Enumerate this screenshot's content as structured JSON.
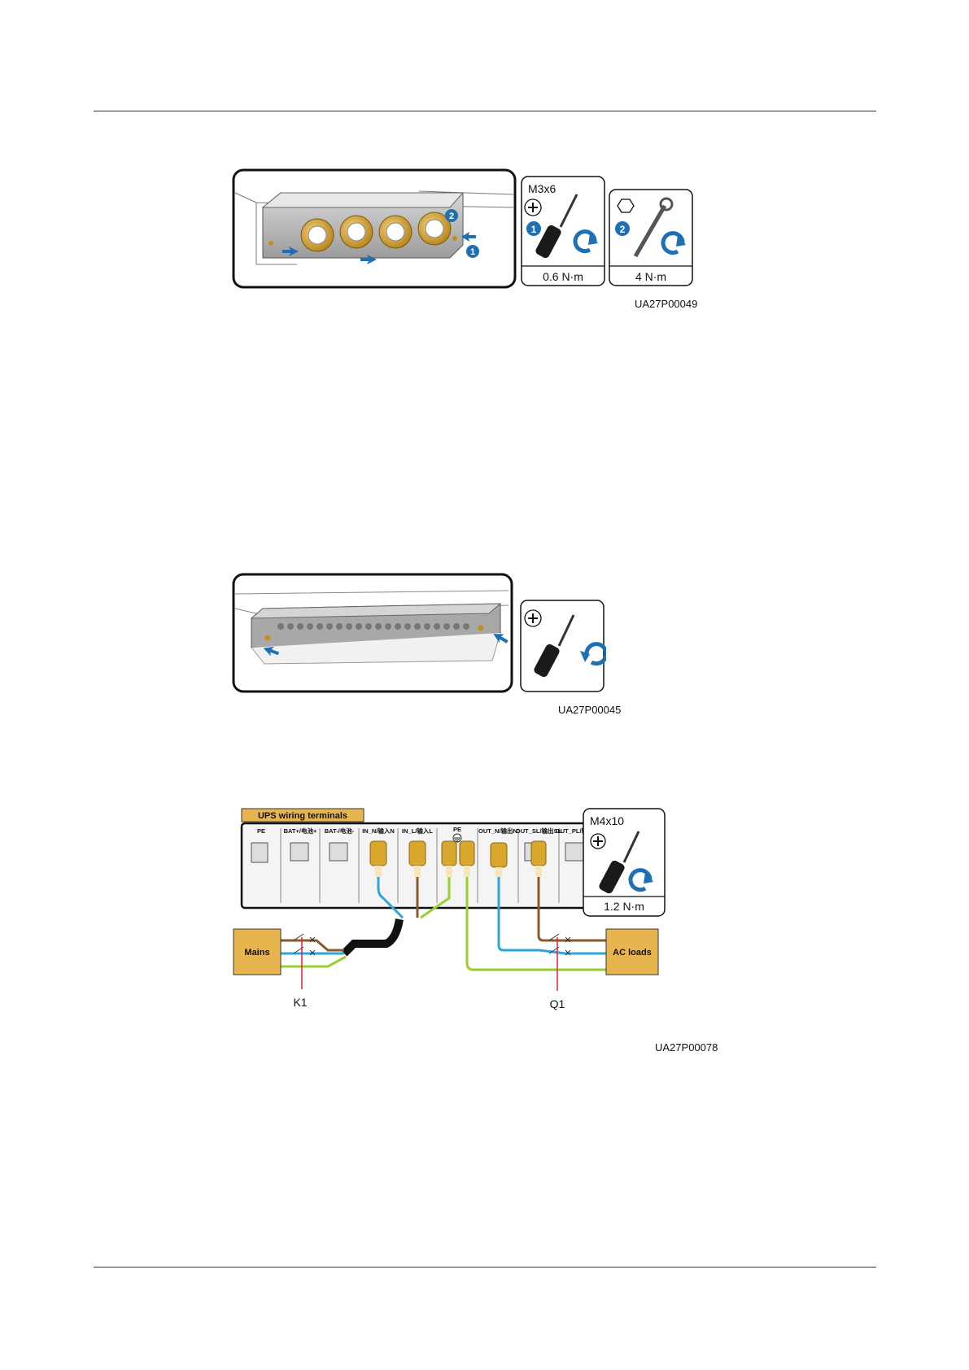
{
  "figure1": {
    "tool1": {
      "screw": "M3x6",
      "step": "1",
      "torque": "0.6 N·m"
    },
    "tool2": {
      "step": "2",
      "torque": "4 N·m"
    },
    "panel_steps": [
      "2",
      "1"
    ],
    "code": "UA27P00049"
  },
  "figure2": {
    "code": "UA27P00045"
  },
  "figure3": {
    "banner": "UPS wiring terminals",
    "terminals": [
      "PE",
      "BAT+/电池+",
      "BAT-/电池-",
      "IN_N/输入N",
      "IN_L/输入L",
      "PE",
      "OUT_N/输出N",
      "OUT_SL/输出SL",
      "OUT_PL/输出PL"
    ],
    "tool": {
      "screw": "M4x10",
      "torque": "1.2 N·m"
    },
    "mains_label": "Mains",
    "loads_label": "AC loads",
    "switch1": "K1",
    "switch2": "Q1",
    "code": "UA27P00078"
  },
  "colors": {
    "brass": "#d9a62e",
    "blue_accent": "#1f6fb5",
    "mains_box": "#e8b44e",
    "live": "#8b5a2b",
    "neutral": "#2fa3dc",
    "earth": "#9acd32"
  }
}
